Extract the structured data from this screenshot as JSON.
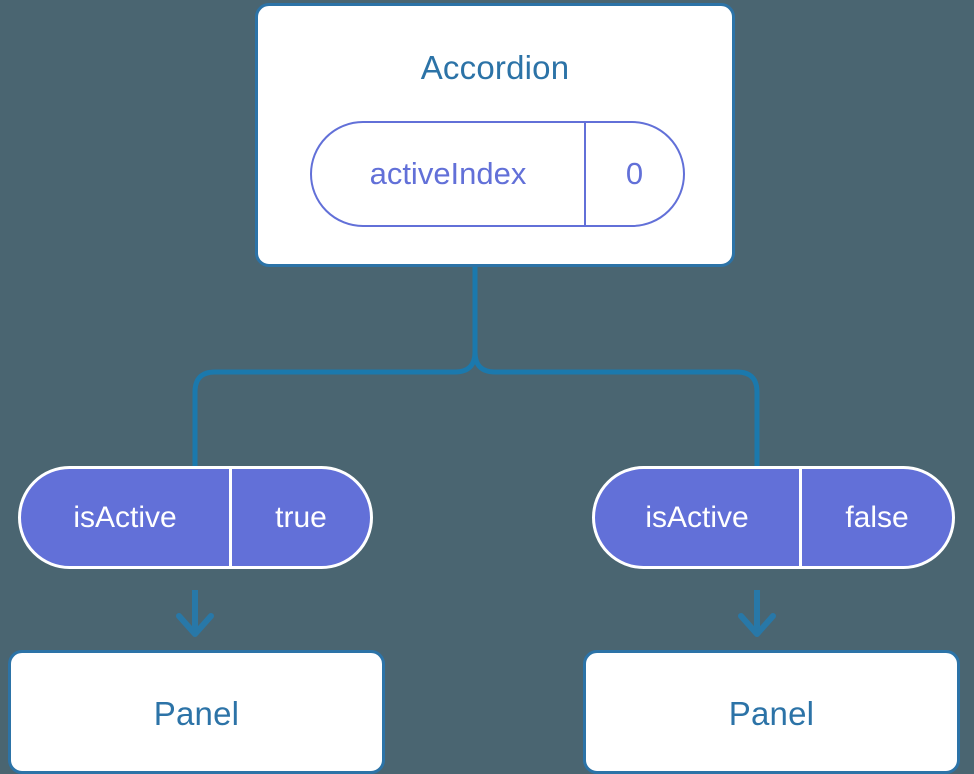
{
  "diagram": {
    "background_color": "#4a6571",
    "accent_blue": "#2c73a7",
    "accent_purple": "#6270d8",
    "root": {
      "title": "Accordion",
      "state": {
        "key": "activeIndex",
        "value": "0"
      }
    },
    "branches": [
      {
        "prop": {
          "key": "isActive",
          "value": "true"
        },
        "child": {
          "title": "Panel"
        }
      },
      {
        "prop": {
          "key": "isActive",
          "value": "false"
        },
        "child": {
          "title": "Panel"
        }
      }
    ]
  }
}
